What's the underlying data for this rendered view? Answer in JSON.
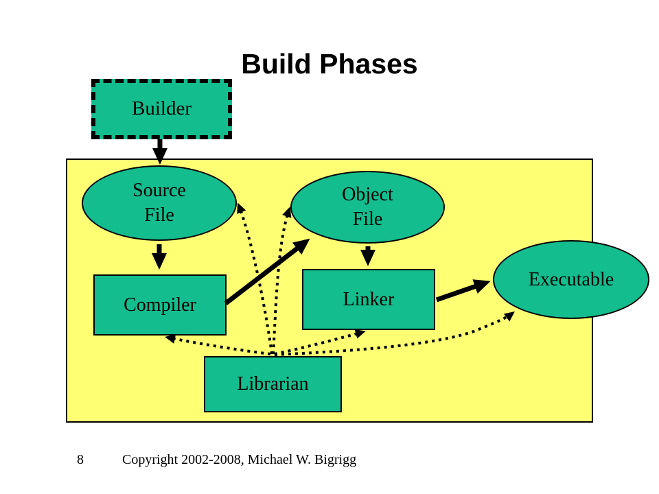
{
  "slide": {
    "title": "Build Phases",
    "page_number": "8",
    "copyright": "Copyright 2002-2008, Michael W. Bigrigg"
  },
  "colors": {
    "background": "#ffffff",
    "panel_fill": "#feff73",
    "node_fill": "#14bd8e",
    "outline": "#000000"
  },
  "nodes": {
    "builder": {
      "label": "Builder",
      "shape": "dashed-rectangle"
    },
    "source_file": {
      "line1": "Source",
      "line2": "File",
      "shape": "ellipse"
    },
    "object_file": {
      "line1": "Object",
      "line2": "File",
      "shape": "ellipse"
    },
    "compiler": {
      "label": "Compiler",
      "shape": "rectangle"
    },
    "linker": {
      "label": "Linker",
      "shape": "rectangle"
    },
    "librarian": {
      "label": "Librarian",
      "shape": "rectangle"
    },
    "executable": {
      "label": "Executable",
      "shape": "ellipse"
    }
  },
  "edges": [
    {
      "from": "builder",
      "to": "source_file",
      "style": "solid"
    },
    {
      "from": "source_file",
      "to": "compiler",
      "style": "solid"
    },
    {
      "from": "compiler",
      "to": "object_file",
      "style": "solid"
    },
    {
      "from": "object_file",
      "to": "linker",
      "style": "solid"
    },
    {
      "from": "linker",
      "to": "executable",
      "style": "solid"
    },
    {
      "from": "librarian",
      "to": "source_file",
      "style": "dotted"
    },
    {
      "from": "librarian",
      "to": "object_file",
      "style": "dotted"
    },
    {
      "from": "librarian",
      "to": "compiler",
      "style": "dotted"
    },
    {
      "from": "librarian",
      "to": "linker",
      "style": "dotted"
    },
    {
      "from": "librarian",
      "to": "executable",
      "style": "dotted"
    }
  ]
}
